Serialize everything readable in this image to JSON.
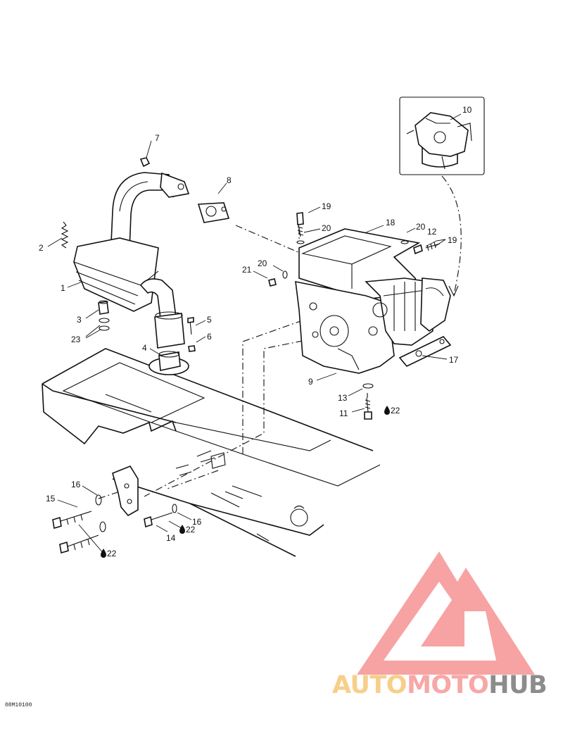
{
  "figure_code": "08M10100",
  "callouts": [
    "1",
    "2",
    "3",
    "4",
    "5",
    "6",
    "7",
    "8",
    "9",
    "10",
    "11",
    "12",
    "13",
    "14",
    "15",
    "16",
    "16",
    "17",
    "18",
    "19",
    "19",
    "20",
    "20",
    "20",
    "21",
    "22",
    "22",
    "22",
    "23"
  ],
  "watermark": {
    "part1": "AUTO",
    "part2": "MOTO",
    "part3": "HUB",
    "color1": "#f7cf8a",
    "color2": "#f8a7a7",
    "color3": "#8c8c8c",
    "logo_color": "#f79a9a"
  }
}
